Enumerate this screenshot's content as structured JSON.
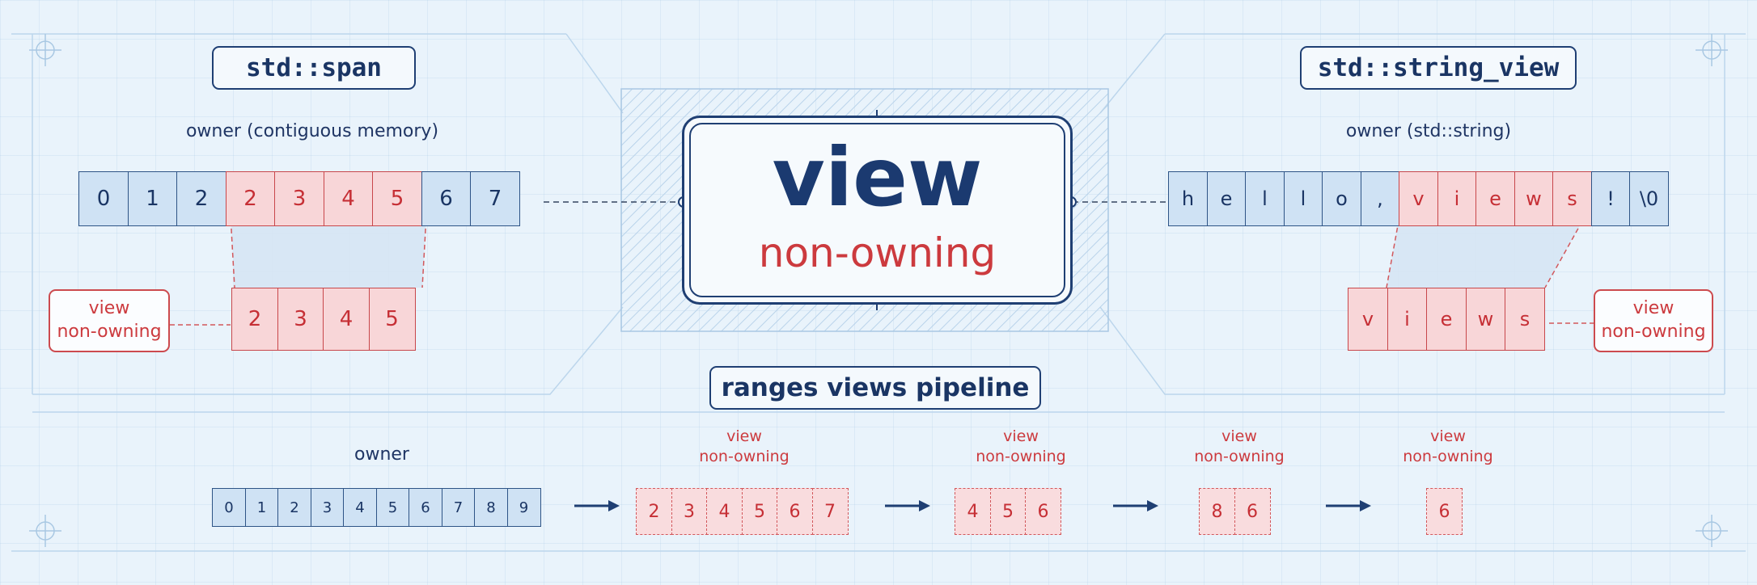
{
  "center": {
    "title": "view",
    "subtitle": "non-owning"
  },
  "span_panel": {
    "title": "std::span",
    "owner_label": "owner (contiguous memory)",
    "owner_cells": [
      "0",
      "1",
      "2",
      "2",
      "3",
      "4",
      "5",
      "6",
      "7"
    ],
    "highlight_range": [
      3,
      6
    ],
    "view_cells": [
      "2",
      "3",
      "4",
      "5"
    ],
    "tag_line1": "view",
    "tag_line2": "non-owning"
  },
  "string_view_panel": {
    "title": "std::string_view",
    "owner_label": "owner (std::string)",
    "owner_cells": [
      "h",
      "e",
      "l",
      "l",
      "o",
      ",",
      "v",
      "i",
      "e",
      "w",
      "s",
      "!",
      "\\0"
    ],
    "highlight_range": [
      6,
      10
    ],
    "view_cells": [
      "v",
      "i",
      "e",
      "w",
      "s"
    ],
    "tag_line1": "view",
    "tag_line2": "non-owning"
  },
  "pipeline": {
    "title": "ranges views pipeline",
    "owner_label": "owner",
    "owner_cells": [
      "0",
      "1",
      "2",
      "3",
      "4",
      "5",
      "6",
      "7",
      "8",
      "9"
    ],
    "stages": [
      {
        "label1": "view",
        "label2": "non-owning",
        "cells": [
          "2",
          "3",
          "4",
          "5",
          "6",
          "7"
        ]
      },
      {
        "label1": "view",
        "label2": "non-owning",
        "cells": [
          "4",
          "5",
          "6"
        ]
      },
      {
        "label1": "view",
        "label2": "non-owning",
        "cells": [
          "8",
          "6"
        ]
      },
      {
        "label1": "view",
        "label2": "non-owning",
        "cells": [
          "6"
        ]
      }
    ]
  },
  "colors": {
    "navy": "#1b3a70",
    "red": "#cc3a3e",
    "blue_cell": "#cfe2f4",
    "red_cell": "#f8d6d8",
    "background": "#e9f3fb"
  }
}
